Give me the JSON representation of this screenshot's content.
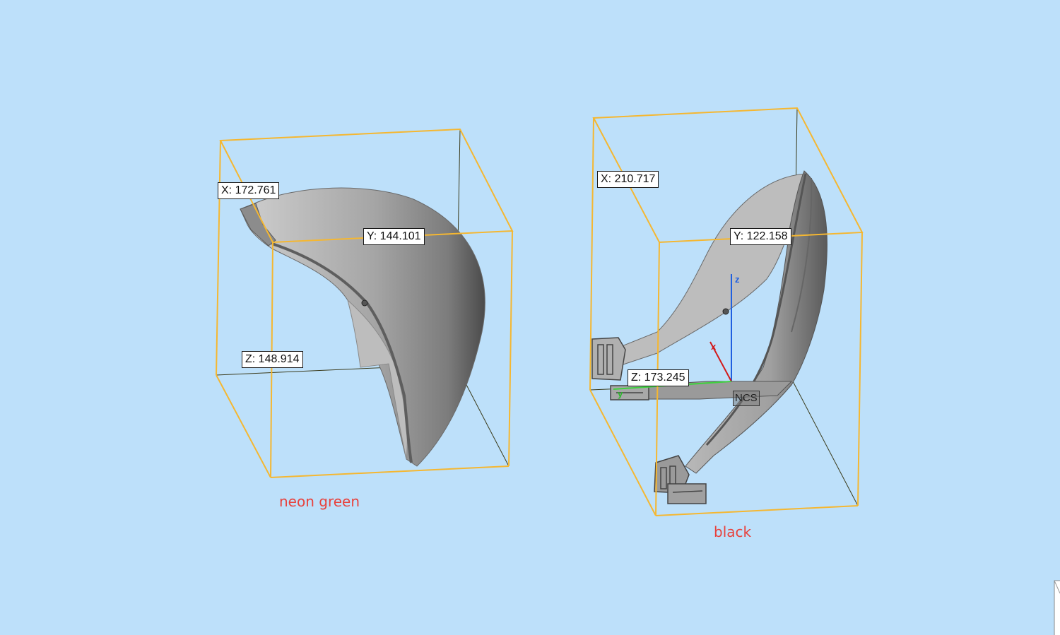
{
  "models": [
    {
      "caption": "neon green",
      "dimensions": {
        "x": "X: 172.761",
        "y": "Y: 144.101",
        "z": "Z: 148.914"
      }
    },
    {
      "caption": "black",
      "dimensions": {
        "x": "X: 210.717",
        "y": "Y: 122.158",
        "z": "Z: 173.245"
      }
    }
  ],
  "coordinate_system": {
    "label": "NCS",
    "axes": {
      "x": "x",
      "y": "y",
      "z": "z"
    },
    "colors": {
      "x": "#d21a1a",
      "y": "#3fd13f",
      "z": "#1f5fe0"
    }
  },
  "colors": {
    "background": "#bde0fa",
    "bounding_box": "#f5b731",
    "caption": "#e8413c",
    "model_fill": "#a6a6a6"
  },
  "icons": {
    "pivot": "pivot-point-icon",
    "corner_widget": "view-corner-icon"
  }
}
